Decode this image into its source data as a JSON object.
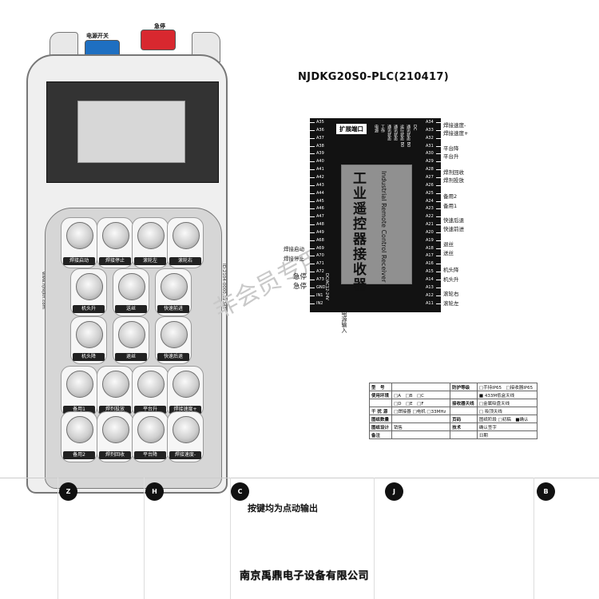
{
  "remote": {
    "power_switch_label": "电源开关",
    "estop_label": "急停",
    "colors": {
      "estop": "#d8282f",
      "power_switch": "#1e6fc1"
    },
    "side_text_left": "www.njrejkn.com",
    "side_text_right": "ID:2104-0000-12345",
    "keys": [
      {
        "label": "焊接启动"
      },
      {
        "label": "焊接停止"
      },
      {
        "label": "滚轮左"
      },
      {
        "label": "滚轮右"
      },
      {
        "label": "机头升"
      },
      {
        "label": "送丝"
      },
      {
        "label": "快速前进"
      },
      {
        "label": "机头降"
      },
      {
        "label": "退丝"
      },
      {
        "label": "快速后退"
      },
      {
        "label": "备用1"
      },
      {
        "label": "焊剂投放"
      },
      {
        "label": "平台升"
      },
      {
        "label": "焊接速度+"
      },
      {
        "label": "备用2"
      },
      {
        "label": "焊剂回收"
      },
      {
        "label": "平台降"
      },
      {
        "label": "焊接速度-"
      }
    ]
  },
  "receiver": {
    "model": "NJDKG20S0-PLC(210417)",
    "expand_port": "扩展端口",
    "main_label": "工业遥控器接收器",
    "sub_label": "Industrial Remote Control Receiver",
    "led_labels": [
      "电源",
      "工作",
      "通讯状态",
      "通讯状态",
      "运行状态 B0",
      "通讯状态 B0",
      "DC"
    ],
    "left_pins": [
      "A35",
      "A36",
      "A37",
      "A38",
      "A39",
      "A40",
      "A41",
      "A42",
      "A43",
      "A44",
      "A45",
      "A46",
      "A47",
      "A48",
      "A49",
      "A68",
      "A69",
      "A70",
      "A71",
      "A72",
      "A73",
      "GND",
      "IN1",
      "IN2"
    ],
    "right_pins": [
      "A34",
      "A33",
      "A32",
      "A31",
      "A30",
      "A29",
      "A28",
      "A27",
      "A26",
      "A25",
      "A24",
      "A23",
      "A22",
      "A21",
      "A20",
      "A19",
      "A18",
      "A17",
      "A16",
      "A15",
      "A14",
      "A13",
      "A12",
      "A11"
    ],
    "right_outputs": [
      "焊接速度-",
      "焊接速度+",
      "平台降",
      "平台升",
      "焊剂回收",
      "焊剂投放",
      "备用2",
      "备用1",
      "快速后退",
      "快速前进",
      "退丝",
      "送丝",
      "机头降",
      "机头升",
      "滚轮右",
      "滚轮左"
    ],
    "left_outputs": [
      "焊接启动",
      "焊接停止",
      "急停",
      "急停"
    ],
    "power_input_label": "电源输入",
    "dc_label": "DC/AC12-24V"
  },
  "info_table": {
    "rows": [
      [
        "型　号",
        "",
        "防护等级",
        "□手持IP65　□接收器IP65"
      ],
      [
        "使用环境",
        "□A　□B　□C",
        "",
        "■ 433M低盒天线"
      ],
      [
        "",
        "□D　□E　□F",
        "接收器天线",
        "□金属吸盘天线"
      ],
      [
        "干 扰 源",
        "□焊接器 □电机 □33MHz",
        "",
        "□ 吸顶天线"
      ],
      [
        "图纸数量",
        "",
        "页码",
        "图纸阶段 □初稿　■确认"
      ],
      [
        "图纸设计",
        "销售",
        "技术",
        "确认签字"
      ],
      [
        "备注",
        "",
        "",
        "日期"
      ]
    ]
  },
  "ruler": {
    "markers": [
      "Z",
      "H",
      "C",
      "J",
      "B"
    ]
  },
  "note": "按键均为点动输出",
  "company": "南京禹鼎电子设备有限公司",
  "watermark": "非会员专用"
}
